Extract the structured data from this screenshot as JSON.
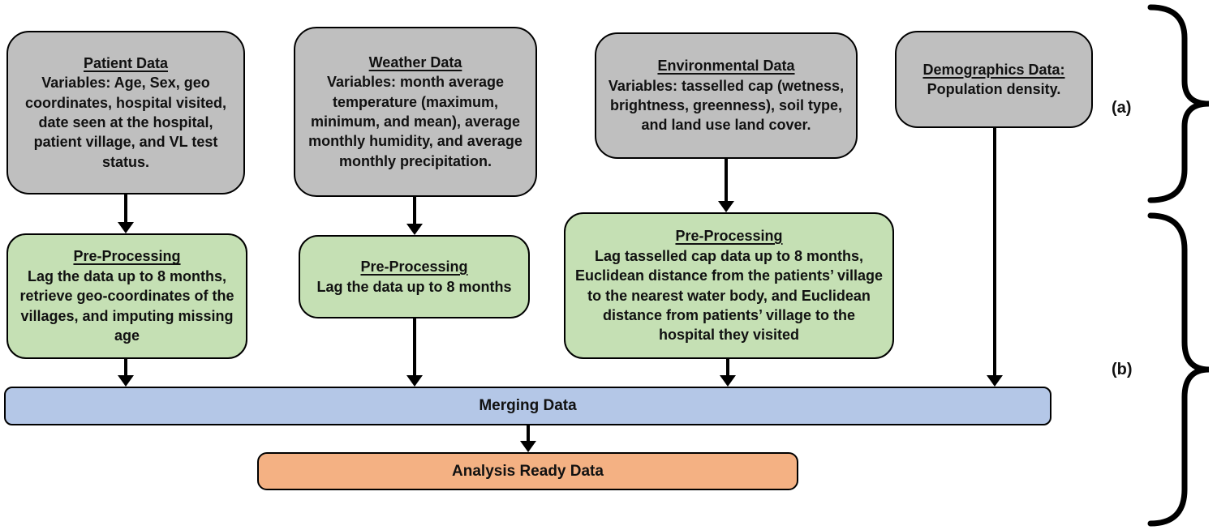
{
  "diagram": {
    "sources": [
      {
        "title": "Patient Data",
        "body": "Variables: Age, Sex, geo coordinates, hospital visited, date seen at the hospital, patient village, and VL test status."
      },
      {
        "title": "Weather Data",
        "body": "Variables: month average temperature (maximum, minimum, and mean), average monthly humidity, and average monthly precipitation."
      },
      {
        "title": "Environmental Data",
        "body": "Variables: tasselled cap (wetness, brightness, greenness), soil type, and land use land cover."
      },
      {
        "title": "Demographics Data:",
        "body": "Population density."
      }
    ],
    "preprocessing": [
      {
        "title": "Pre-Processing",
        "body": "Lag the data up to 8 months, retrieve geo-coordinates of the villages, and imputing missing age"
      },
      {
        "title": "Pre-Processing",
        "body": "Lag the data up to 8 months"
      },
      {
        "title": "Pre-Processing",
        "body": "Lag tasselled cap data up to 8 months, Euclidean distance from the patients’ village to the nearest water body, and Euclidean distance from patients’ village to the hospital they visited"
      }
    ],
    "merge": {
      "label": "Merging Data"
    },
    "output": {
      "label": "Analysis Ready Data"
    },
    "annotations": [
      {
        "label": "(a)"
      },
      {
        "label": "(b)"
      }
    ],
    "colors": {
      "source_fill": "#bfbfbf",
      "preprocess_fill": "#c5e0b4",
      "merge_fill": "#b4c7e7",
      "output_fill": "#f4b183",
      "border": "#000000"
    }
  }
}
